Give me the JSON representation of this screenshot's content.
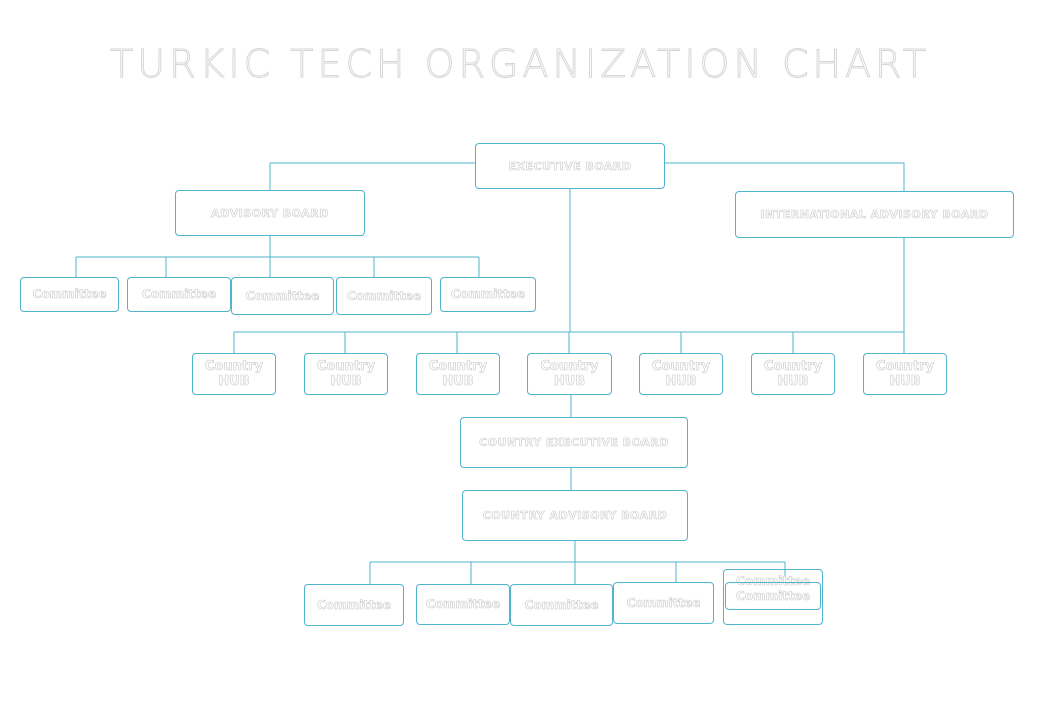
{
  "title": "TURKIC TECH ORGANIZATION CHART",
  "colors": {
    "line": "#4fb4cc",
    "border": "#4fb4cc"
  },
  "executive_board": "EXECUTIVE BOARD",
  "advisory_board": "ADVISORY BOARD",
  "international_advisory_board": "INTERNATIONAL ADVISORY BOARD",
  "advisory_committees": [
    "Committee",
    "Committee",
    "Committee",
    "Committee",
    "Committee"
  ],
  "country_hubs": [
    {
      "line1": "Country",
      "line2": "HUB"
    },
    {
      "line1": "Country",
      "line2": "HUB"
    },
    {
      "line1": "Country",
      "line2": "HUB"
    },
    {
      "line1": "Country",
      "line2": "HUB"
    },
    {
      "line1": "Country",
      "line2": "HUB"
    },
    {
      "line1": "Country",
      "line2": "HUB"
    },
    {
      "line1": "Country",
      "line2": "HUB"
    }
  ],
  "country_executive_board": "COUNTRY EXECUTIVE BOARD",
  "country_advisory_board": "COUNTRY ADVISORY BOARD",
  "country_committees": [
    "Committee",
    "Committee",
    "Committee",
    "Committee"
  ],
  "stacked_committees": [
    "Committee",
    "Committee"
  ]
}
